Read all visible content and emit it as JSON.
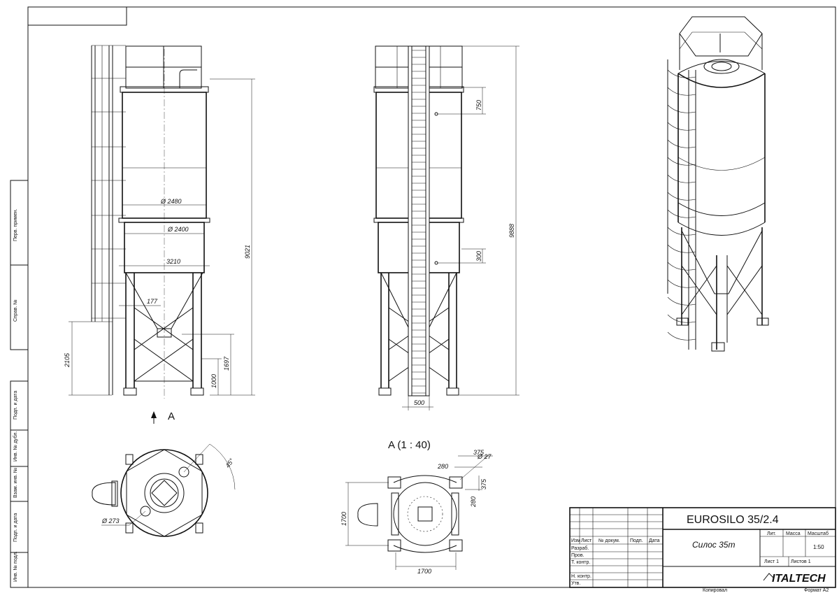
{
  "title_block": {
    "product": "EUROSILO 35/2.4",
    "name": "Силос 35m",
    "lit": "Лит.",
    "mass": "Масса",
    "scale_label": "Масштаб",
    "scale_value": "1:50",
    "sheet": "Лист 1",
    "sheets": "Листов 1",
    "company": "ITALTECH",
    "copied": "Копировал",
    "format": "Формат A2",
    "columns": [
      "Изм",
      "Лист",
      "№ докум.",
      "Подп.",
      "Дата"
    ],
    "roles": [
      "Разраб.",
      "Пров.",
      "Т. контр.",
      "Н. контр.",
      "Утв."
    ]
  },
  "side_stamp": {
    "labels": [
      "Перв. примен.",
      "Справ. №",
      "Подп. и дата",
      "Инв. № дубл.",
      "Взам. инв. №",
      "Подп. и дата",
      "Инв. № подл."
    ]
  },
  "view_front": {
    "dims": [
      "Ø 2480",
      "Ø 2400",
      "3210",
      "177",
      "9021",
      "2105",
      "1697",
      "1000"
    ],
    "view_mark": "A"
  },
  "view_side": {
    "dims": [
      "750",
      "300",
      "9888",
      "500"
    ]
  },
  "view_plan": {
    "dims": [
      "45°",
      "Ø 273"
    ]
  },
  "view_a": {
    "title": "A  (1 : 40)",
    "dims": [
      "375",
      "Ø 27",
      "280",
      "375",
      "280",
      "1700",
      "1700"
    ]
  }
}
